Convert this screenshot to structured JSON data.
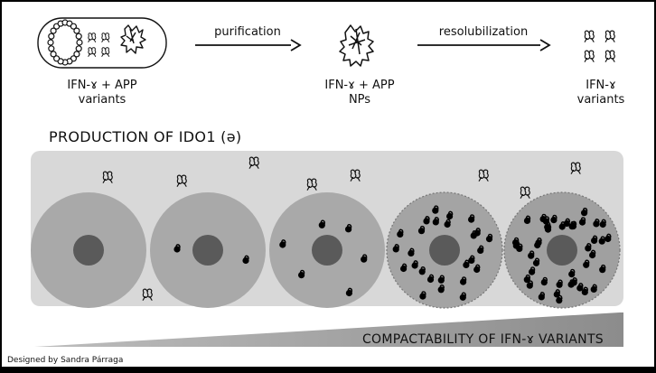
{
  "pipeline": {
    "arrow_1_label": "purification",
    "arrow_2_label": "resolubilization",
    "stage_1_line_1": "IFN-ɤ + APP",
    "stage_1_line_2": "variants",
    "stage_2_line_1": "IFN-ɤ + APP",
    "stage_2_line_2": "NPs",
    "stage_3_line_1": "IFN-ɤ",
    "stage_3_line_2": "variants"
  },
  "section_title": "PRODUCTION OF IDO1 (ə)",
  "gradient_label": "COMPACTABILITY OF IFN-ɤ VARIANTS",
  "credit": "Designed by Sandra Párraga",
  "cells": [
    {
      "ido1_dots": 0
    },
    {
      "ido1_dots": 2
    },
    {
      "ido1_dots": 6
    },
    {
      "ido1_dots": 26
    },
    {
      "ido1_dots": 42
    }
  ]
}
